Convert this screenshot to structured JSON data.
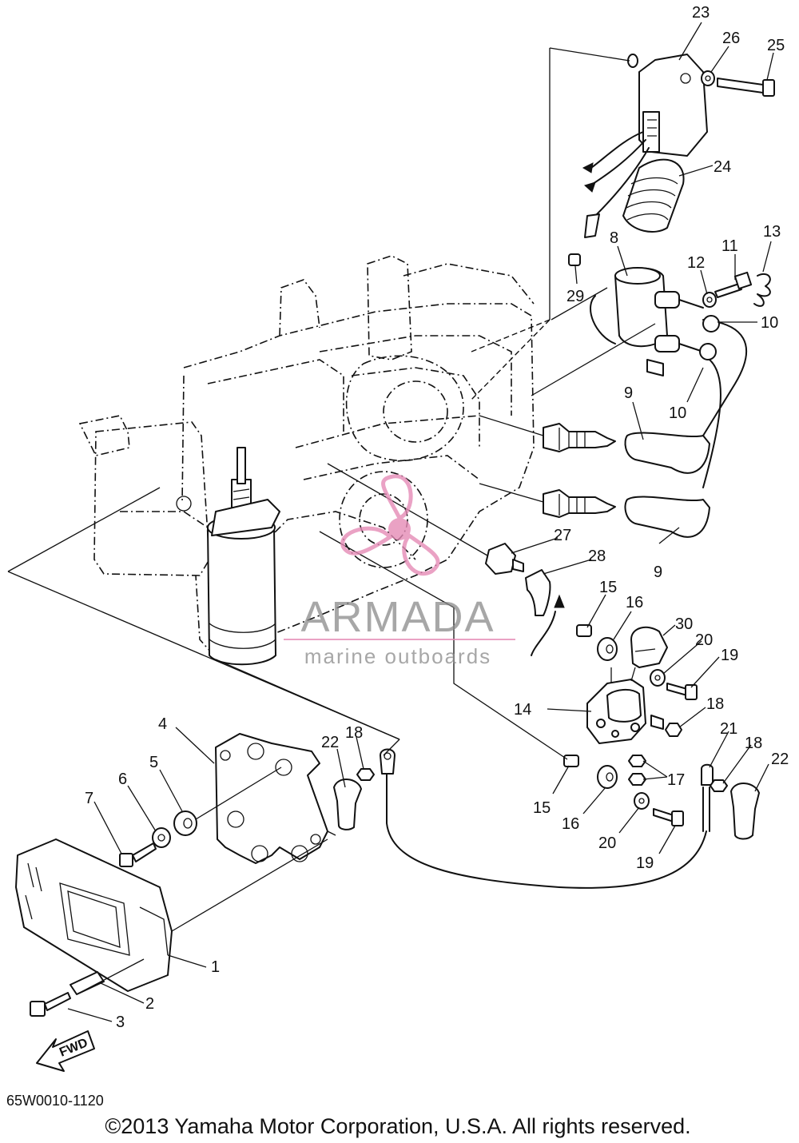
{
  "diagram": {
    "part_code": "65W0010-1120",
    "copyright": "©2013 Yamaha Motor Corporation, U.S.A. All rights reserved.",
    "fwd_label": "FWD",
    "watermark": {
      "brand": "ARMADA",
      "tagline": "marine outboards",
      "color": "#e58bb6"
    }
  },
  "callouts": [
    {
      "id": "c23",
      "label": "23"
    },
    {
      "id": "c26",
      "label": "26"
    },
    {
      "id": "c25",
      "label": "25"
    },
    {
      "id": "c24",
      "label": "24"
    },
    {
      "id": "c8",
      "label": "8"
    },
    {
      "id": "c11",
      "label": "11"
    },
    {
      "id": "c13",
      "label": "13"
    },
    {
      "id": "c12",
      "label": "12"
    },
    {
      "id": "c29",
      "label": "29"
    },
    {
      "id": "c10a",
      "label": "10"
    },
    {
      "id": "c10b",
      "label": "10"
    },
    {
      "id": "c9a",
      "label": "9"
    },
    {
      "id": "c9b",
      "label": "9"
    },
    {
      "id": "c27",
      "label": "27"
    },
    {
      "id": "c28",
      "label": "28"
    },
    {
      "id": "c15a",
      "label": "15"
    },
    {
      "id": "c16a",
      "label": "16"
    },
    {
      "id": "c30",
      "label": "30"
    },
    {
      "id": "c20a",
      "label": "20"
    },
    {
      "id": "c19a",
      "label": "19"
    },
    {
      "id": "c14",
      "label": "14"
    },
    {
      "id": "c18a",
      "label": "18"
    },
    {
      "id": "c21",
      "label": "21"
    },
    {
      "id": "c18b",
      "label": "18"
    },
    {
      "id": "c22a",
      "label": "22"
    },
    {
      "id": "c17",
      "label": "17"
    },
    {
      "id": "c15b",
      "label": "15"
    },
    {
      "id": "c16b",
      "label": "16"
    },
    {
      "id": "c20b",
      "label": "20"
    },
    {
      "id": "c19b",
      "label": "19"
    },
    {
      "id": "c4",
      "label": "4"
    },
    {
      "id": "c22b",
      "label": "22"
    },
    {
      "id": "c18c",
      "label": "18"
    },
    {
      "id": "c5",
      "label": "5"
    },
    {
      "id": "c6",
      "label": "6"
    },
    {
      "id": "c7",
      "label": "7"
    },
    {
      "id": "c1",
      "label": "1"
    },
    {
      "id": "c2",
      "label": "2"
    },
    {
      "id": "c3",
      "label": "3"
    }
  ]
}
